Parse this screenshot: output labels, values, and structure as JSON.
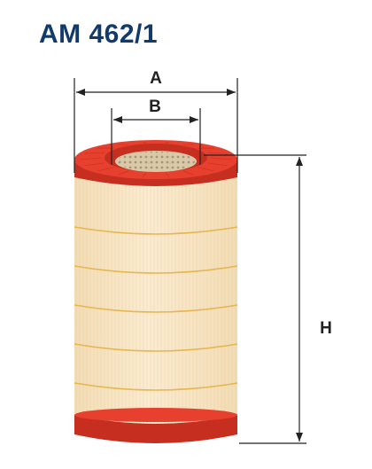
{
  "title": "AM 462/1",
  "dimensions": {
    "a_label": "A",
    "b_label": "B",
    "h_label": "H"
  },
  "colors": {
    "title": "#123b6b",
    "end_cap": "#e8402e",
    "end_cap_dark": "#c62f20",
    "paper": "#fbecd2",
    "paper_shade": "#f2dcb4",
    "pleat_line": "#e6b64f",
    "mesh": "#d9c9a8",
    "dimension_line": "#222222"
  },
  "icons": {
    "product": "air-filter-cartridge-icon"
  }
}
